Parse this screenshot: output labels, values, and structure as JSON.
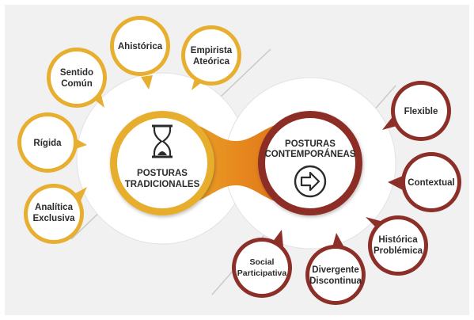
{
  "colors": {
    "gold": "#e7ae2f",
    "gold_dark": "#c98a1c",
    "maroon": "#8c2f28",
    "orange": "#e88a1e",
    "background": "#f1f1f1",
    "text": "#2b2b2b"
  },
  "traditional": {
    "title_line1": "POSTURAS",
    "title_line2": "TRADICIONALES",
    "icon": "hourglass-icon",
    "bubbles": [
      {
        "line1": "Ahistórica",
        "line2": ""
      },
      {
        "line1": "Empirista",
        "line2": "Ateórica"
      },
      {
        "line1": "Sentido",
        "line2": "Común"
      },
      {
        "line1": "Rígida",
        "line2": ""
      },
      {
        "line1": "Analítica",
        "line2": "Exclusiva"
      }
    ]
  },
  "contemporary": {
    "title_line1": "POSTURAS",
    "title_line2": "CONTEMPORÁNEAS",
    "icon": "arrow-right-icon",
    "bubbles": [
      {
        "line1": "Flexible",
        "line2": ""
      },
      {
        "line1": "Contextual",
        "line2": ""
      },
      {
        "line1": "Histórica",
        "line2": "Problémica"
      },
      {
        "line1": "Divergente",
        "line2": "Discontinua"
      },
      {
        "line1": "Social",
        "line2": "Participativa"
      }
    ]
  }
}
